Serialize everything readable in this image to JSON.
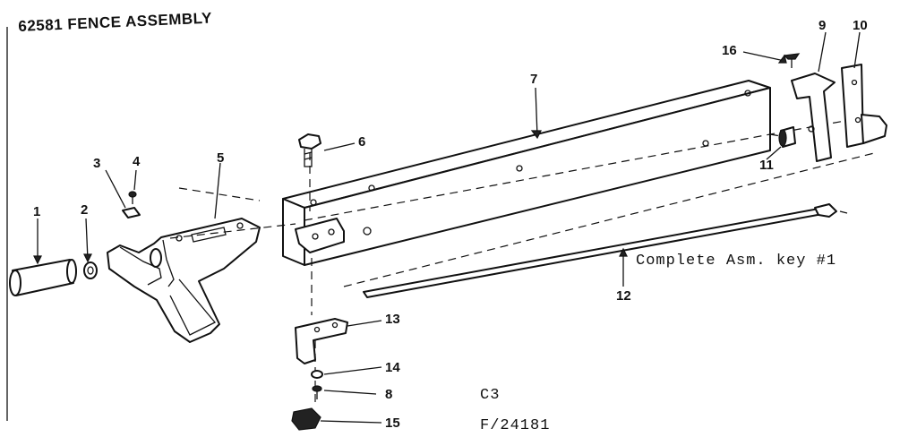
{
  "title": "62581 FENCE ASSEMBLY",
  "note": "Complete Asm. key #1",
  "page_code": "C3",
  "figure_code": "F/24181",
  "callouts": {
    "c1": "1",
    "c2": "2",
    "c3": "3",
    "c4": "4",
    "c5": "5",
    "c6": "6",
    "c7": "7",
    "c8": "8",
    "c9": "9",
    "c10": "10",
    "c11": "11",
    "c12": "12",
    "c13": "13",
    "c14": "14",
    "c15": "15",
    "c16": "16"
  }
}
